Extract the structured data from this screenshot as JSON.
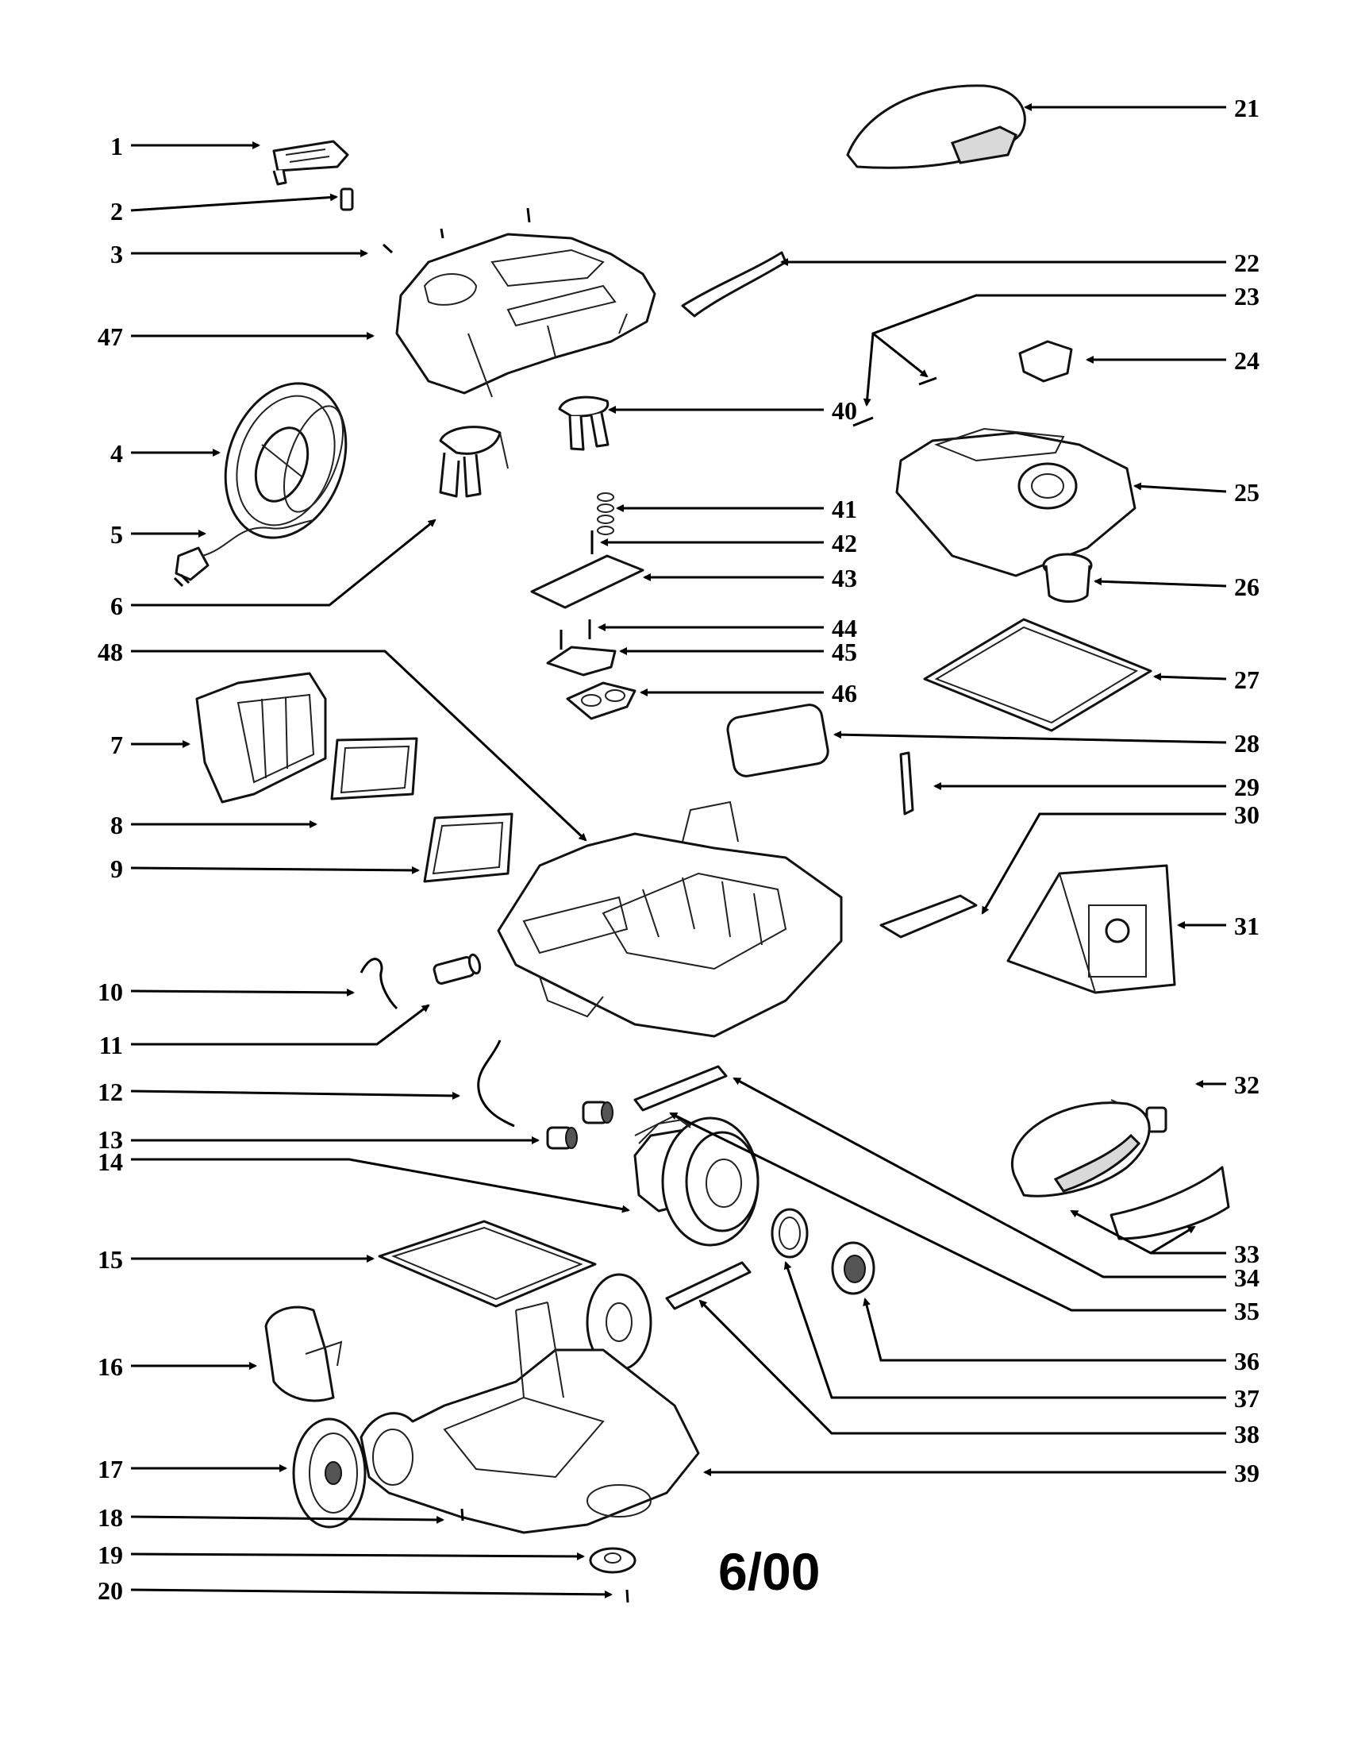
{
  "diagram": {
    "date_code": "6/00",
    "callouts": [
      {
        "id": "1",
        "label": "1"
      },
      {
        "id": "2",
        "label": "2"
      },
      {
        "id": "3",
        "label": "3"
      },
      {
        "id": "47",
        "label": "47"
      },
      {
        "id": "4",
        "label": "4"
      },
      {
        "id": "5",
        "label": "5"
      },
      {
        "id": "6",
        "label": "6"
      },
      {
        "id": "48",
        "label": "48"
      },
      {
        "id": "7",
        "label": "7"
      },
      {
        "id": "8",
        "label": "8"
      },
      {
        "id": "9",
        "label": "9"
      },
      {
        "id": "10",
        "label": "10"
      },
      {
        "id": "11",
        "label": "11"
      },
      {
        "id": "12",
        "label": "12"
      },
      {
        "id": "13",
        "label": "13"
      },
      {
        "id": "14",
        "label": "14"
      },
      {
        "id": "15",
        "label": "15"
      },
      {
        "id": "16",
        "label": "16"
      },
      {
        "id": "17",
        "label": "17"
      },
      {
        "id": "18",
        "label": "18"
      },
      {
        "id": "19",
        "label": "19"
      },
      {
        "id": "20",
        "label": "20"
      },
      {
        "id": "21",
        "label": "21"
      },
      {
        "id": "22",
        "label": "22"
      },
      {
        "id": "23",
        "label": "23"
      },
      {
        "id": "24",
        "label": "24"
      },
      {
        "id": "25",
        "label": "25"
      },
      {
        "id": "26",
        "label": "26"
      },
      {
        "id": "27",
        "label": "27"
      },
      {
        "id": "28",
        "label": "28"
      },
      {
        "id": "29",
        "label": "29"
      },
      {
        "id": "30",
        "label": "30"
      },
      {
        "id": "31",
        "label": "31"
      },
      {
        "id": "32",
        "label": "32"
      },
      {
        "id": "33",
        "label": "33"
      },
      {
        "id": "34",
        "label": "34"
      },
      {
        "id": "35",
        "label": "35"
      },
      {
        "id": "36",
        "label": "36"
      },
      {
        "id": "37",
        "label": "37"
      },
      {
        "id": "38",
        "label": "38"
      },
      {
        "id": "39",
        "label": "39"
      },
      {
        "id": "40",
        "label": "40"
      },
      {
        "id": "41",
        "label": "41"
      },
      {
        "id": "42",
        "label": "42"
      },
      {
        "id": "43",
        "label": "43"
      },
      {
        "id": "44",
        "label": "44"
      },
      {
        "id": "45",
        "label": "45"
      },
      {
        "id": "46",
        "label": "46"
      }
    ]
  }
}
